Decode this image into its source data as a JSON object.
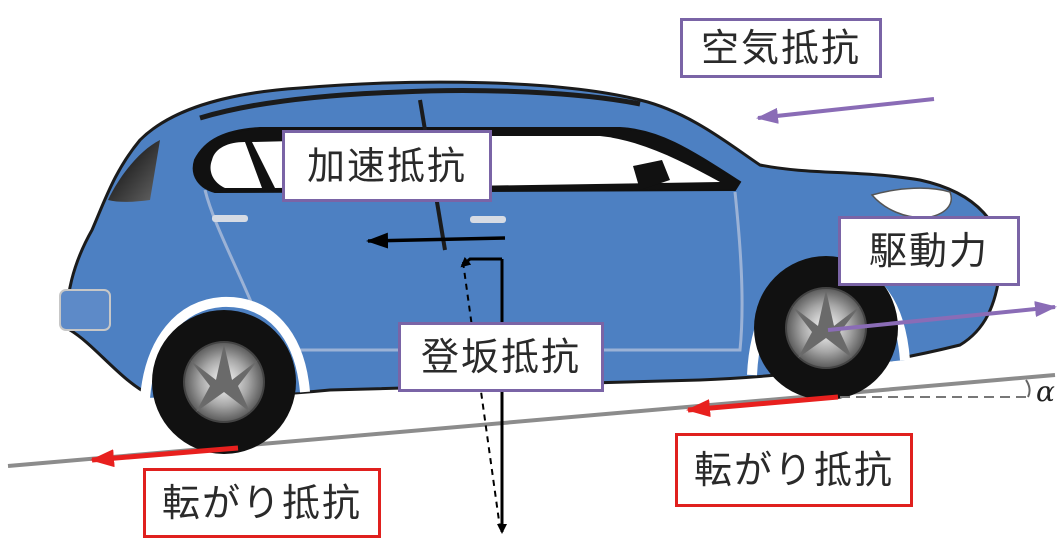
{
  "labels": {
    "air_resistance": "空気抵抗",
    "acceleration_resistance": "加速抵抗",
    "driving_force": "駆動力",
    "grade_resistance": "登坂抵抗",
    "rolling_resistance_front": "転がり抵抗",
    "rolling_resistance_rear": "転がり抵抗",
    "slope_angle": "α"
  },
  "colors": {
    "car_body": "#4d80c2",
    "car_outline": "#111111",
    "window_glass": "#ffffff",
    "tire": "#111111",
    "wheel": "#9a9a9a",
    "road": "#8c8c8c",
    "force_arrow_purple": "#8a6cb6",
    "force_arrow_red": "#e8201e",
    "force_arrow_black": "#000000",
    "label_border_purple": "#7a64a6",
    "label_border_red": "#e0201e"
  },
  "icons": {
    "vehicle": "hatchback-car-icon"
  }
}
